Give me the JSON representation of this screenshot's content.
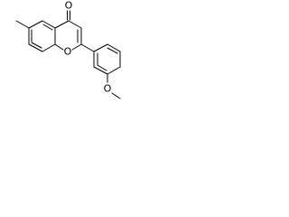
{
  "molecule": {
    "atom_labels": {
      "carbonyl_oxygen": "O",
      "ring_oxygen": "O",
      "methoxy_oxygen": "O"
    }
  },
  "colors": {
    "background": "#ffffff",
    "ink": "#000000"
  }
}
